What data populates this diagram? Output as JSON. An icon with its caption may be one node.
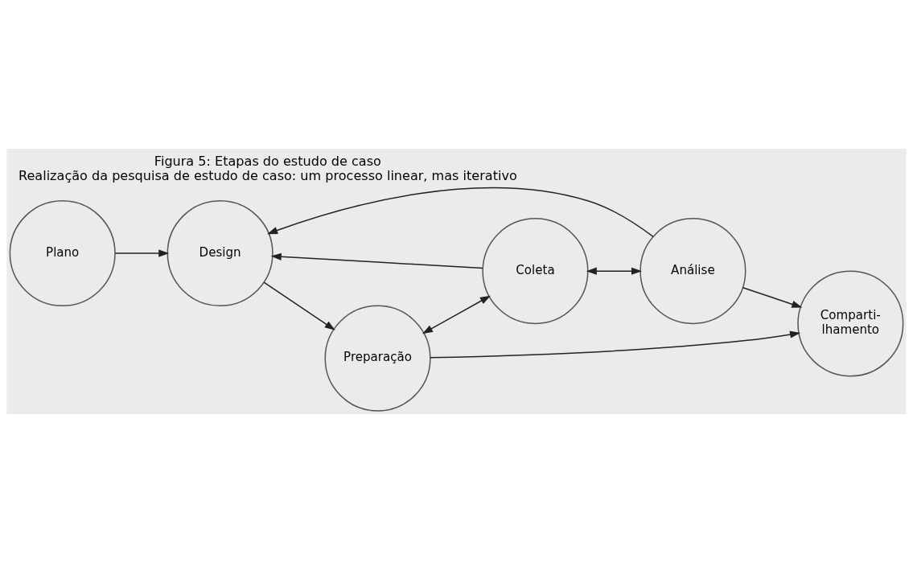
{
  "diagram": {
    "caption": "Figura 5: Etapas do estudo de caso",
    "title": "Realização da pesquisa de estudo de caso: um processo linear, mas iterativo",
    "nodes": [
      {
        "text": [
          "Plano"
        ]
      },
      {
        "text": [
          "Design"
        ]
      },
      {
        "text": [
          "Preparação"
        ]
      },
      {
        "text": [
          "Coleta"
        ]
      },
      {
        "text": [
          "Comparti- lhamento"
        ]
      },
      {
        "text": [
          "Análise"
        ]
      }
    ],
    "edges": [
      {
        "from": 0,
        "to": 1,
        "arrow": "to"
      },
      {
        "from": 1,
        "to": 2,
        "arrow": "to"
      },
      {
        "from": 2,
        "to": 3,
        "arrow": "both"
      },
      {
        "from": 3,
        "to": 1,
        "arrow": "to"
      },
      {
        "from": 2,
        "to": 4,
        "arrow": "to"
      },
      {
        "from": 5,
        "to": 1,
        "arrow": "to"
      },
      {
        "from": 3,
        "to": 5,
        "arrow": "both"
      },
      {
        "from": 5,
        "to": 4,
        "arrow": "to"
      }
    ]
  }
}
